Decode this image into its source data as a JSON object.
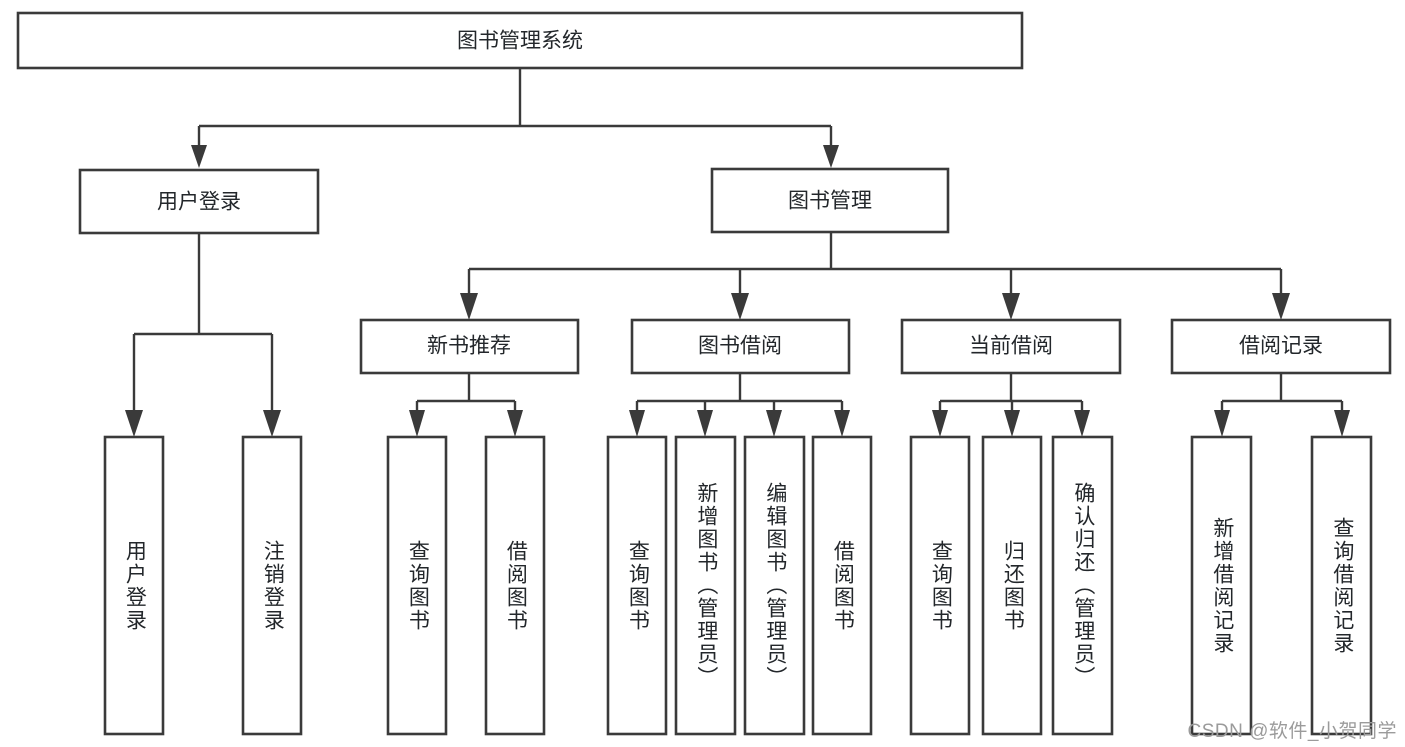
{
  "diagram": {
    "title": "图书管理系统",
    "type": "tree-hierarchy-functional-decomposition",
    "root": {
      "label": "图书管理系统"
    },
    "level2": [
      {
        "label": "用户登录"
      },
      {
        "label": "图书管理"
      }
    ],
    "level3": [
      {
        "label": "新书推荐"
      },
      {
        "label": "图书借阅"
      },
      {
        "label": "当前借阅"
      },
      {
        "label": "借阅记录"
      }
    ],
    "leaves_user_login": [
      {
        "label": "用户登录"
      },
      {
        "label": "注销登录"
      }
    ],
    "leaves_new_book": [
      {
        "label": "查询图书"
      },
      {
        "label": "借阅图书"
      }
    ],
    "leaves_borrow": [
      {
        "label": "查询图书"
      },
      {
        "label": "新增图书（管理员）"
      },
      {
        "label": "编辑图书（管理员）"
      },
      {
        "label": "借阅图书"
      }
    ],
    "leaves_current": [
      {
        "label": "查询图书"
      },
      {
        "label": "归还图书"
      },
      {
        "label": "确认归还（管理员）"
      }
    ],
    "leaves_records": [
      {
        "label": "新增借阅记录"
      },
      {
        "label": "查询借阅记录"
      }
    ],
    "watermark": "CSDN @软件_小贺同学",
    "colors": {
      "box_stroke": "#3a3a3a",
      "box_fill": "#ffffff",
      "text": "#23272b",
      "background": "#ffffff",
      "watermark": "#9b9b9b"
    }
  }
}
